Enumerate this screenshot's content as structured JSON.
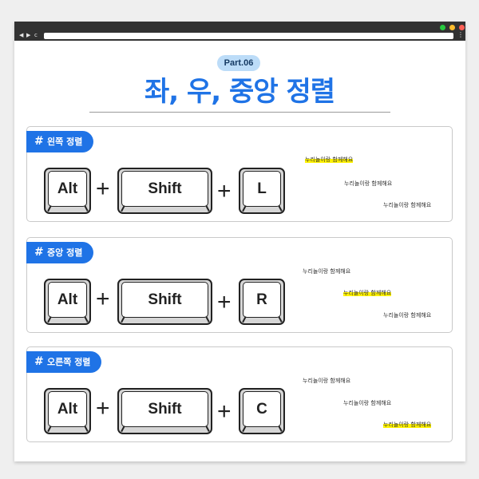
{
  "browser": {
    "nav_back": "◀",
    "nav_forward": "▶",
    "nav_reload": "c",
    "menu": "⋮",
    "colors": {
      "close": "#ff5f56",
      "minimize": "#ffbd2e",
      "maximize": "#27c93f"
    }
  },
  "header": {
    "part": "Part.06",
    "title": "좌, 우, 중앙 정렬",
    "accent": "#1f73e6"
  },
  "sections": [
    {
      "label": "왼쪽 정렬",
      "keys": [
        "Alt",
        "Shift",
        "L"
      ],
      "plus": "+",
      "samples": [
        "누리놀이랑 함께해요",
        "누리놀이랑 함께해요",
        "누리놀이랑 함께해요"
      ]
    },
    {
      "label": "중앙 정렬",
      "keys": [
        "Alt",
        "Shift",
        "R"
      ],
      "plus": "+",
      "samples": [
        "누리놀이랑 함께해요",
        "누리놀이랑 함께해요",
        "누리놀이랑 함께해요"
      ]
    },
    {
      "label": "오른쪽 정렬",
      "keys": [
        "Alt",
        "Shift",
        "C"
      ],
      "plus": "+",
      "samples": [
        "누리놀이랑 함께해요",
        "누리놀이랑 함께해요",
        "누리놀이랑 함께해요"
      ]
    }
  ],
  "icons": {
    "section": "hash-icon"
  },
  "highlight_color": "#fff200"
}
